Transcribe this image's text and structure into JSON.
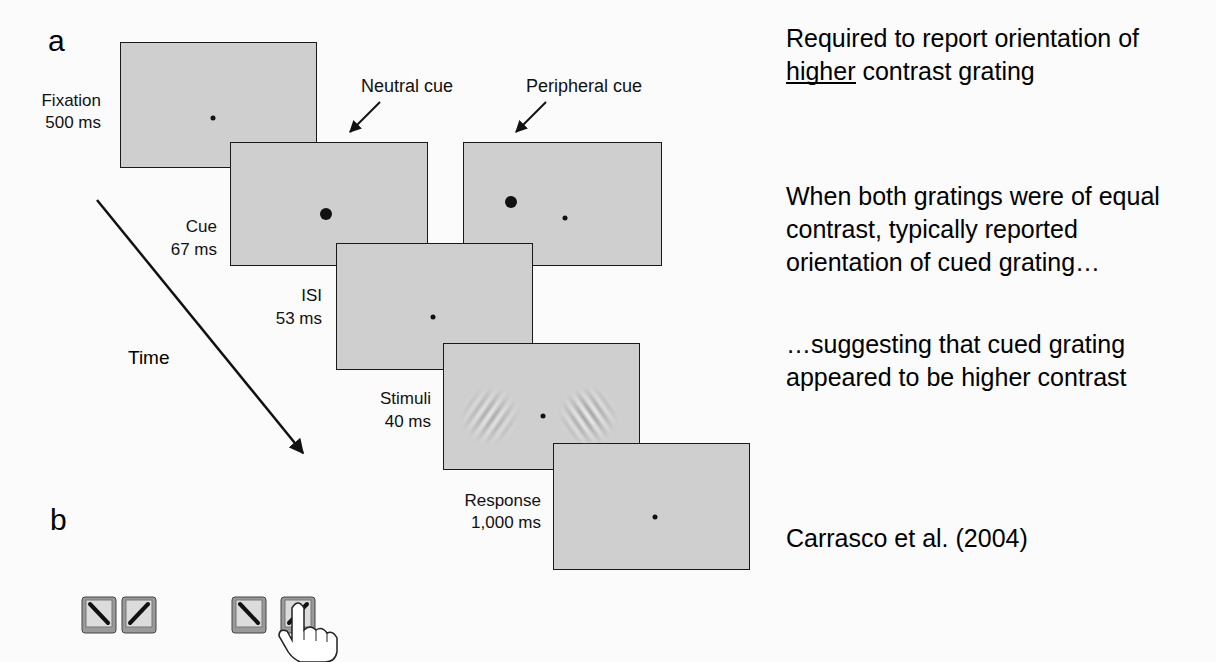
{
  "diagram": {
    "nodes": [
      {
        "text": [
          "Fixation",
          "500 ms"
        ]
      },
      {
        "text": [
          "Cue",
          "67 ms",
          "Neutral cue"
        ]
      },
      {
        "text": [
          "Peripheral cue"
        ]
      },
      {
        "text": [
          "ISI",
          "53 ms"
        ]
      },
      {
        "text": [
          "Stimuli",
          "40 ms"
        ]
      },
      {
        "text": [
          "Response",
          "1,000 ms"
        ]
      }
    ],
    "labels": [
      "a",
      "b",
      "Time",
      "Required to report orientation of higher contrast grating",
      "When both gratings were of equal contrast, typically reported orientation of cued grating…",
      "…suggesting that cued grating appeared to be higher contrast",
      "Carrasco et al. (2004)"
    ]
  }
}
